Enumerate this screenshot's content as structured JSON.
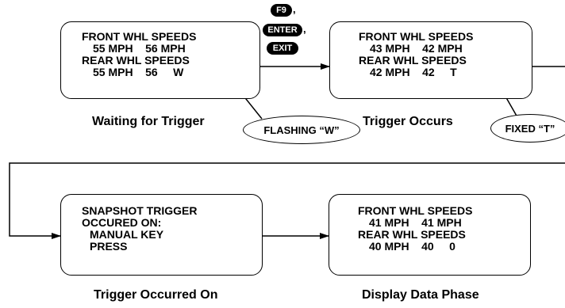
{
  "keys": {
    "f9": "F9",
    "enter": "ENTER",
    "exit": "EXIT",
    "separator": ","
  },
  "screens": {
    "waiting": {
      "line1": "FRONT WHL SPEEDS",
      "line2": "55 MPH    56 MPH",
      "line3": "REAR WHL SPEEDS",
      "line4": "55 MPH    56     W"
    },
    "trigger_occurs": {
      "line1": "FRONT WHL SPEEDS",
      "line2": "43 MPH    42 MPH",
      "line3": "REAR WHL SPEEDS",
      "line4": "42 MPH    42     T"
    },
    "trigger_occurred_on": {
      "line1": "SNAPSHOT TRIGGER",
      "line2": "OCCURED ON:",
      "line3": "MANUAL KEY",
      "line4": "PRESS"
    },
    "display_data": {
      "line1": "FRONT WHL SPEEDS",
      "line2": "41 MPH    41 MPH",
      "line3": "REAR WHL SPEEDS",
      "line4": "40 MPH    40     0"
    }
  },
  "captions": {
    "waiting": "Waiting for Trigger",
    "trigger_occurs": "Trigger Occurs",
    "trigger_occurred_on": "Trigger Occurred On",
    "display_data": "Display Data Phase"
  },
  "callouts": {
    "flashing": "FLASHING “W”",
    "fixed": "FIXED “T”"
  }
}
